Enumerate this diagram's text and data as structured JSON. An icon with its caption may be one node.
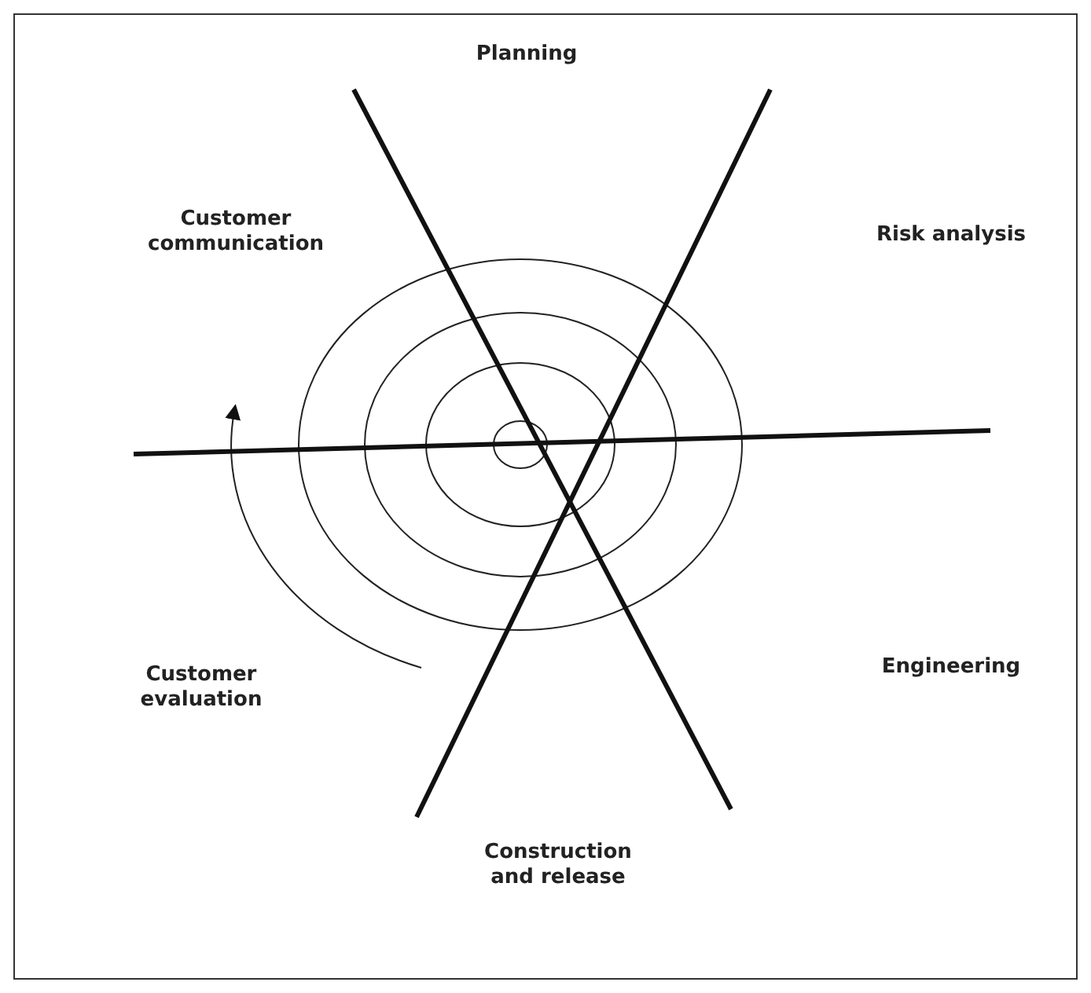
{
  "diagram": {
    "labels": [
      "Planning",
      "Customer communication",
      "Risk analysis",
      "Engineering",
      "Customer evaluation",
      "Construction and release"
    ]
  }
}
